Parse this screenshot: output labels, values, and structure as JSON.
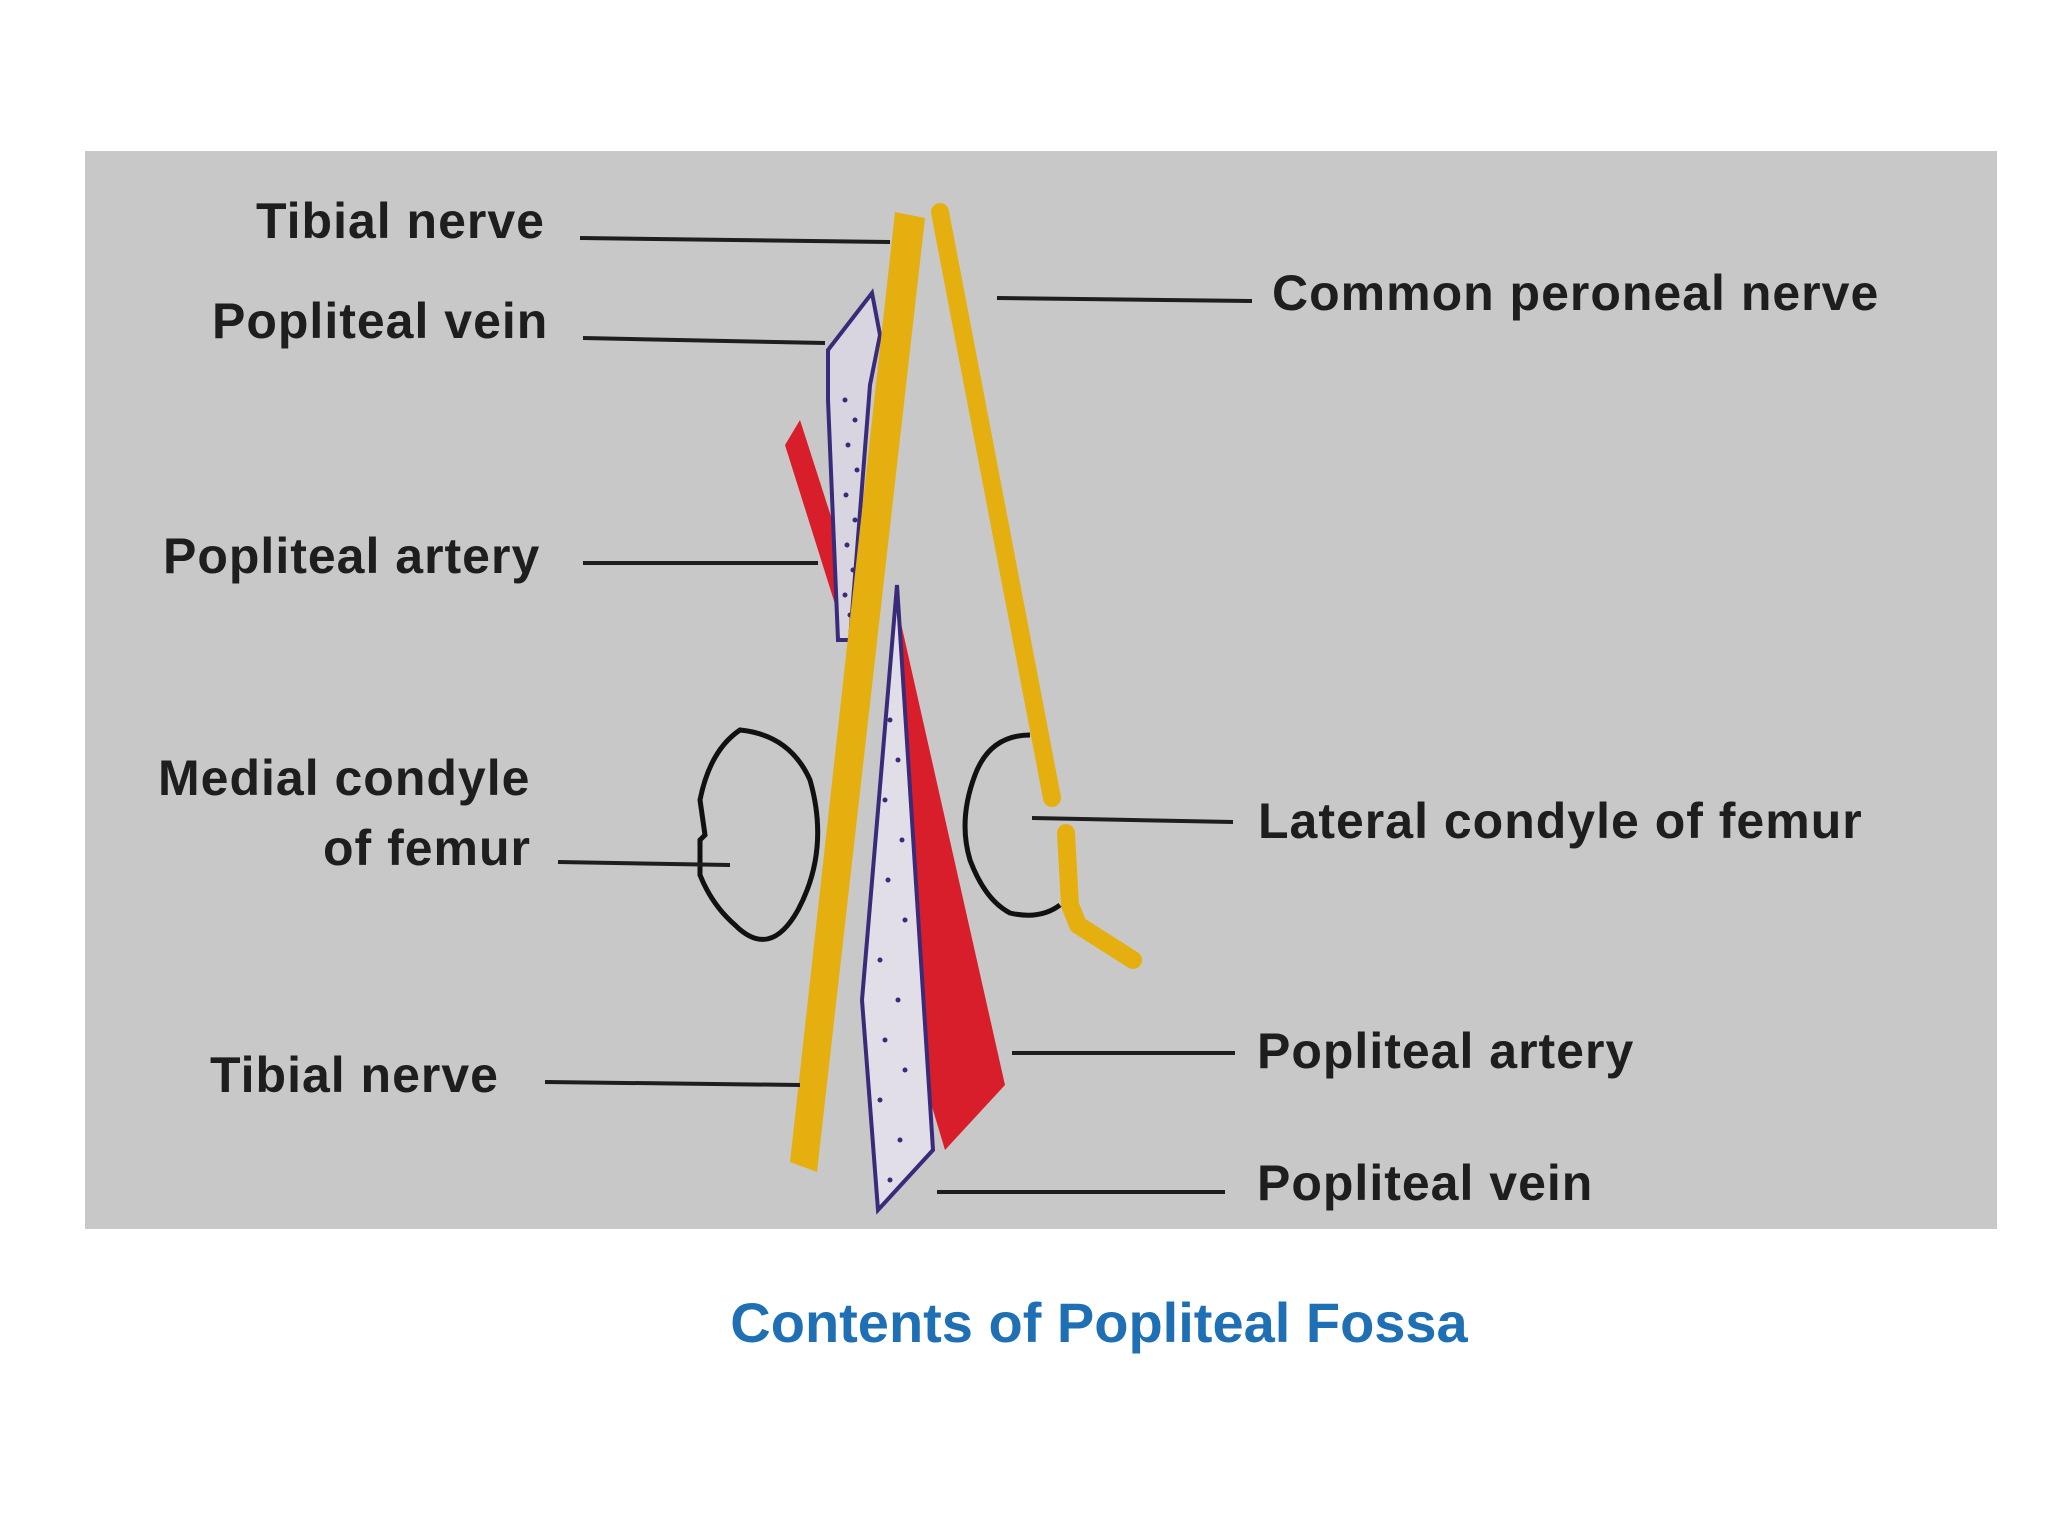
{
  "diagram": {
    "labels": {
      "tibial_nerve_top": "Tibial nerve",
      "popliteal_vein_top": "Popliteal vein",
      "popliteal_artery_top": "Popliteal artery",
      "medial_condyle_line1": "Medial condyle",
      "medial_condyle_line2": "of femur",
      "tibial_nerve_bottom": "Tibial  nerve",
      "common_peroneal_nerve": "Common  peroneal nerve",
      "lateral_condyle": "Lateral  condyle of femur",
      "popliteal_artery_bottom": "Popliteal artery",
      "popliteal_vein_bottom": "Popliteal vein"
    },
    "colors": {
      "panel_background": "#c8c8c8",
      "nerve": "#e5b00f",
      "artery": "#d81e2a",
      "vein_outline": "#3a2a7a",
      "leader_line": "#1e1e1e"
    }
  },
  "caption": "Contents of Popliteal Fossa"
}
